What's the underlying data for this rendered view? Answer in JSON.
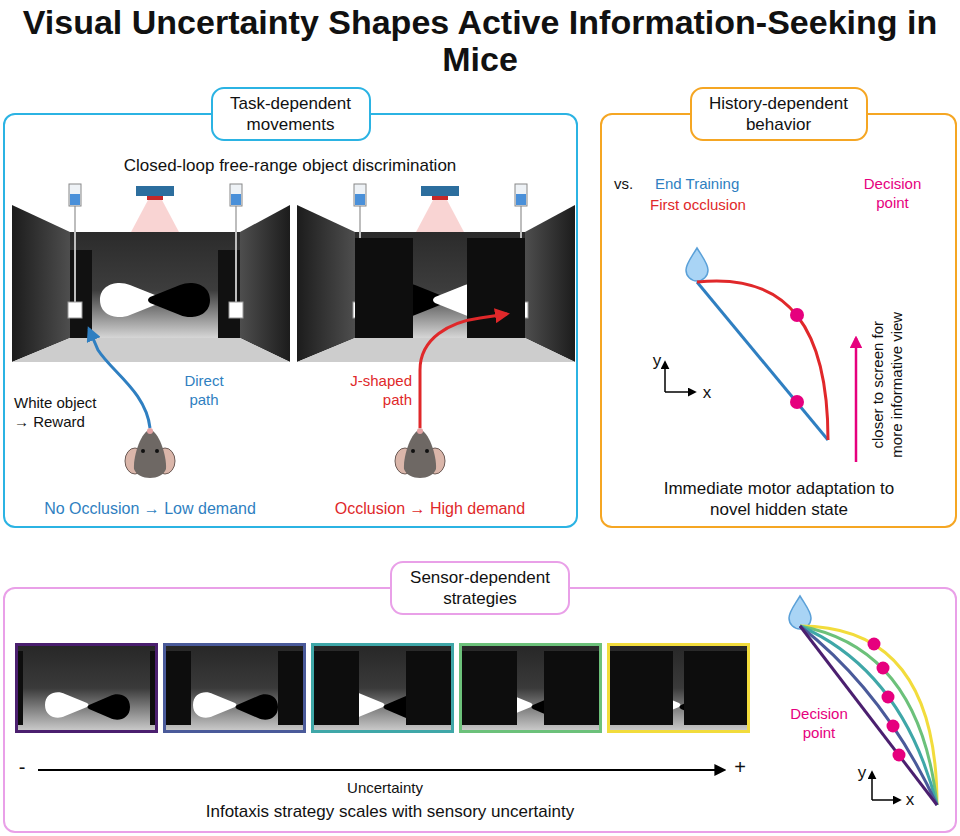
{
  "diagram": {
    "title": "Visual Uncertainty Shapes Active Information-Seeking in Mice",
    "nodes": [
      {
        "text": [
          "Task-dependent movements"
        ]
      },
      {
        "text": [
          "History-dependent behavior"
        ]
      },
      {
        "text": [
          "Sensor-dependent strategies"
        ]
      }
    ],
    "labels": [
      "Closed-loop free-range object discrimination",
      "White object → Reward",
      "Direct path",
      "No Occlusion → Low demand",
      "J-shaped path",
      "Occlusion → High demand",
      "vs.",
      "End Training",
      "First occlusion",
      "Decision point",
      "y",
      "x",
      "closer to screen for more informative view",
      "Immediate motor adaptation to novel hidden state",
      "-",
      "Uncertainty",
      "+",
      "Decision point",
      "y",
      "x",
      "Infotaxis strategy scales with sensory uncertainty"
    ]
  }
}
